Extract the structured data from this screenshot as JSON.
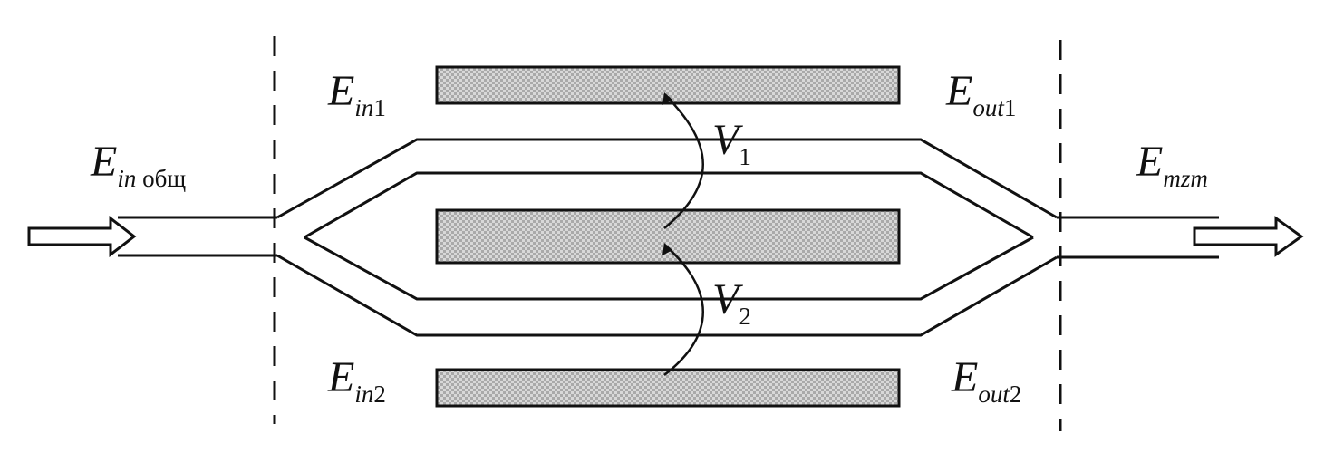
{
  "labels": {
    "e_in_total": {
      "main": "E",
      "sub": "in",
      "sub2": " общ"
    },
    "e_in1": {
      "main": "E",
      "sub": "in",
      "sub2": "1"
    },
    "e_in2": {
      "main": "E",
      "sub": "in",
      "sub2": "2"
    },
    "e_out1": {
      "main": "E",
      "sub": "out",
      "sub2": "1"
    },
    "e_out2": {
      "main": "E",
      "sub": "out",
      "sub2": "2"
    },
    "e_mzm": {
      "main": "E",
      "sub": "mzm"
    },
    "v1": {
      "main": "V",
      "sub": "1"
    },
    "v2": {
      "main": "V",
      "sub": "2"
    }
  },
  "colors": {
    "line": "#111111",
    "electrode_fill": "#a9a9a9",
    "electrode_hatch": "#d8d8d8",
    "background": "#ffffff"
  }
}
